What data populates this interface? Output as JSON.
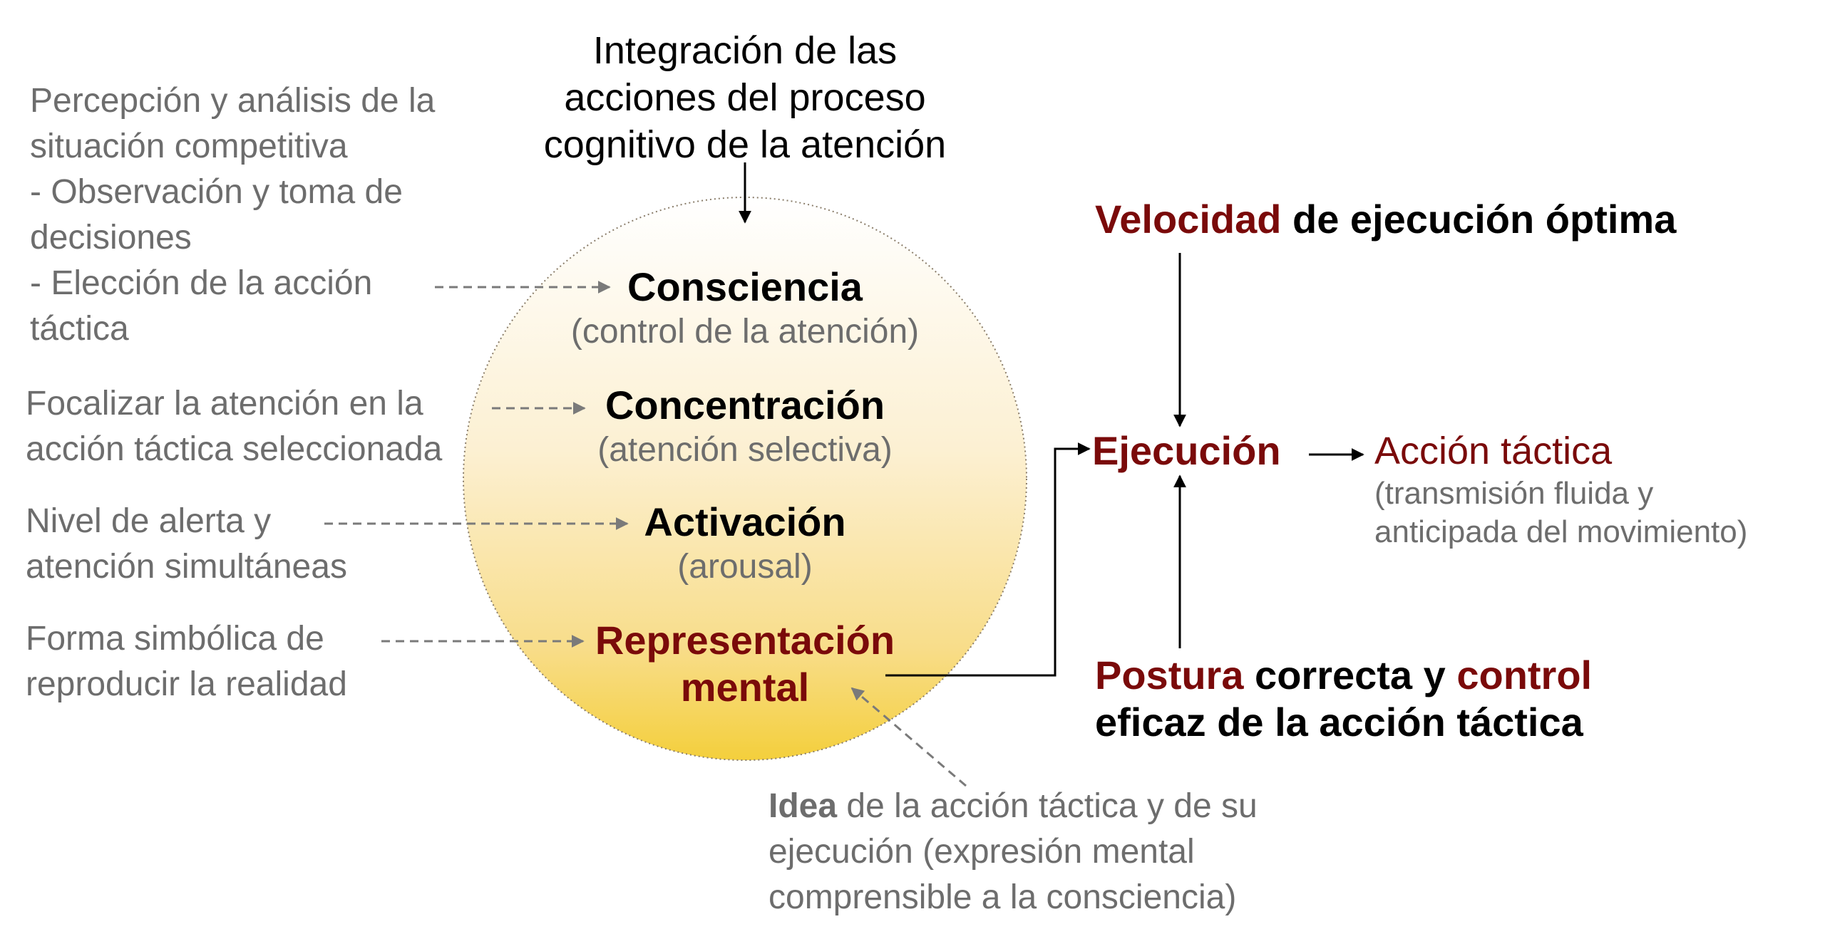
{
  "top_label": {
    "lines": [
      "Integración de las",
      "acciones del proceso",
      "cognitivo de la atención"
    ]
  },
  "left_notes": {
    "perception": {
      "lines": [
        "Percepción y análisis de la",
        "situación competitiva",
        "- Observación y toma de",
        "decisiones",
        "- Elección de la acción",
        "táctica"
      ]
    },
    "focus": {
      "lines": [
        "Focalizar la atención en la",
        "acción táctica seleccionada"
      ]
    },
    "alert": {
      "lines": [
        "Nivel de alerta y",
        "atención simultáneas"
      ]
    },
    "symbolic": {
      "lines": [
        "Forma simbólica de",
        "reproducir la realidad"
      ]
    }
  },
  "circle": {
    "consciencia": {
      "title": "Consciencia",
      "sub": "(control de la atención)"
    },
    "concentracion": {
      "title": "Concentración",
      "sub": "(atención selectiva)"
    },
    "activacion": {
      "title": "Activación",
      "sub": "(arousal)"
    },
    "representacion": {
      "line1": "Representación",
      "line2": "mental"
    }
  },
  "right": {
    "velocidad": {
      "highlight": "Velocidad",
      "rest": " de ejecución óptima"
    },
    "ejecucion": "Ejecución",
    "accion_tactica": {
      "title": "Acción táctica",
      "sub_lines": [
        "(transmisión fluida y",
        "anticipada del movimiento)"
      ]
    },
    "postura": {
      "line1_highlight_1": "Postura",
      "line1_mid": " correcta y ",
      "line1_highlight_2": "control",
      "line2": "eficaz de la acción táctica"
    }
  },
  "bottom_note": {
    "bold": "Idea",
    "line1_rest": " de la acción táctica y de su",
    "line2": "ejecución (expresión mental",
    "line3": "comprensible a la consciencia)"
  },
  "colors": {
    "accent_red": "#7a0a0a",
    "gray_text": "#6d6d6d",
    "circle_top": "#ffffff",
    "circle_bottom": "#f4cf3c"
  }
}
